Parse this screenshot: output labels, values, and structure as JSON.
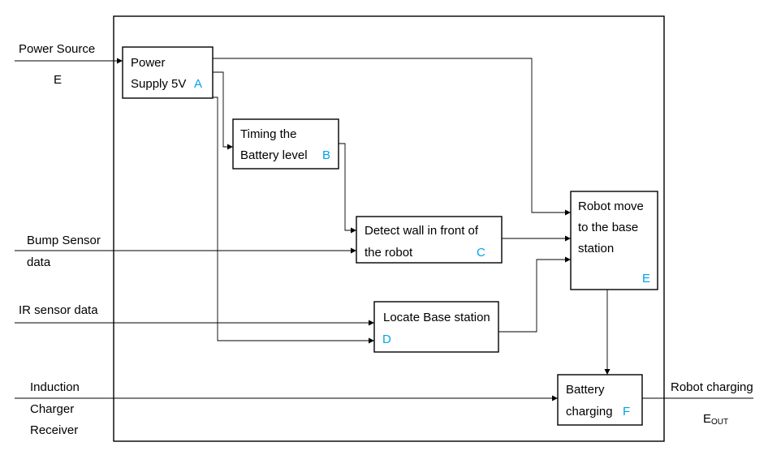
{
  "inputs": {
    "power_source": [
      "Power Source",
      "E"
    ],
    "bump_sensor": [
      "Bump Sensor",
      "data"
    ],
    "ir_sensor": [
      "IR sensor data"
    ],
    "induction": [
      "Induction",
      "Charger",
      "Receiver"
    ]
  },
  "blocks": {
    "power_supply": {
      "lines": [
        "Power",
        "Supply 5V"
      ],
      "tag": "A"
    },
    "timing_battery": {
      "lines": [
        "Timing the",
        "Battery level"
      ],
      "tag": "B"
    },
    "detect_wall": {
      "lines": [
        "Detect wall in front of",
        "the robot"
      ],
      "tag": "C"
    },
    "locate_base": {
      "lines": [
        "Locate Base station"
      ],
      "tag": "D"
    },
    "robot_move": {
      "lines": [
        "Robot move",
        "to the base",
        "station"
      ],
      "tag": "E"
    },
    "battery_charging": {
      "lines": [
        "Battery",
        "charging"
      ],
      "tag": "F"
    }
  },
  "output": {
    "label": "Robot charging",
    "symbol": "E",
    "symbol_sub": "OUT"
  },
  "colors": {
    "tag": "#00a2e8",
    "line": "#000000"
  }
}
